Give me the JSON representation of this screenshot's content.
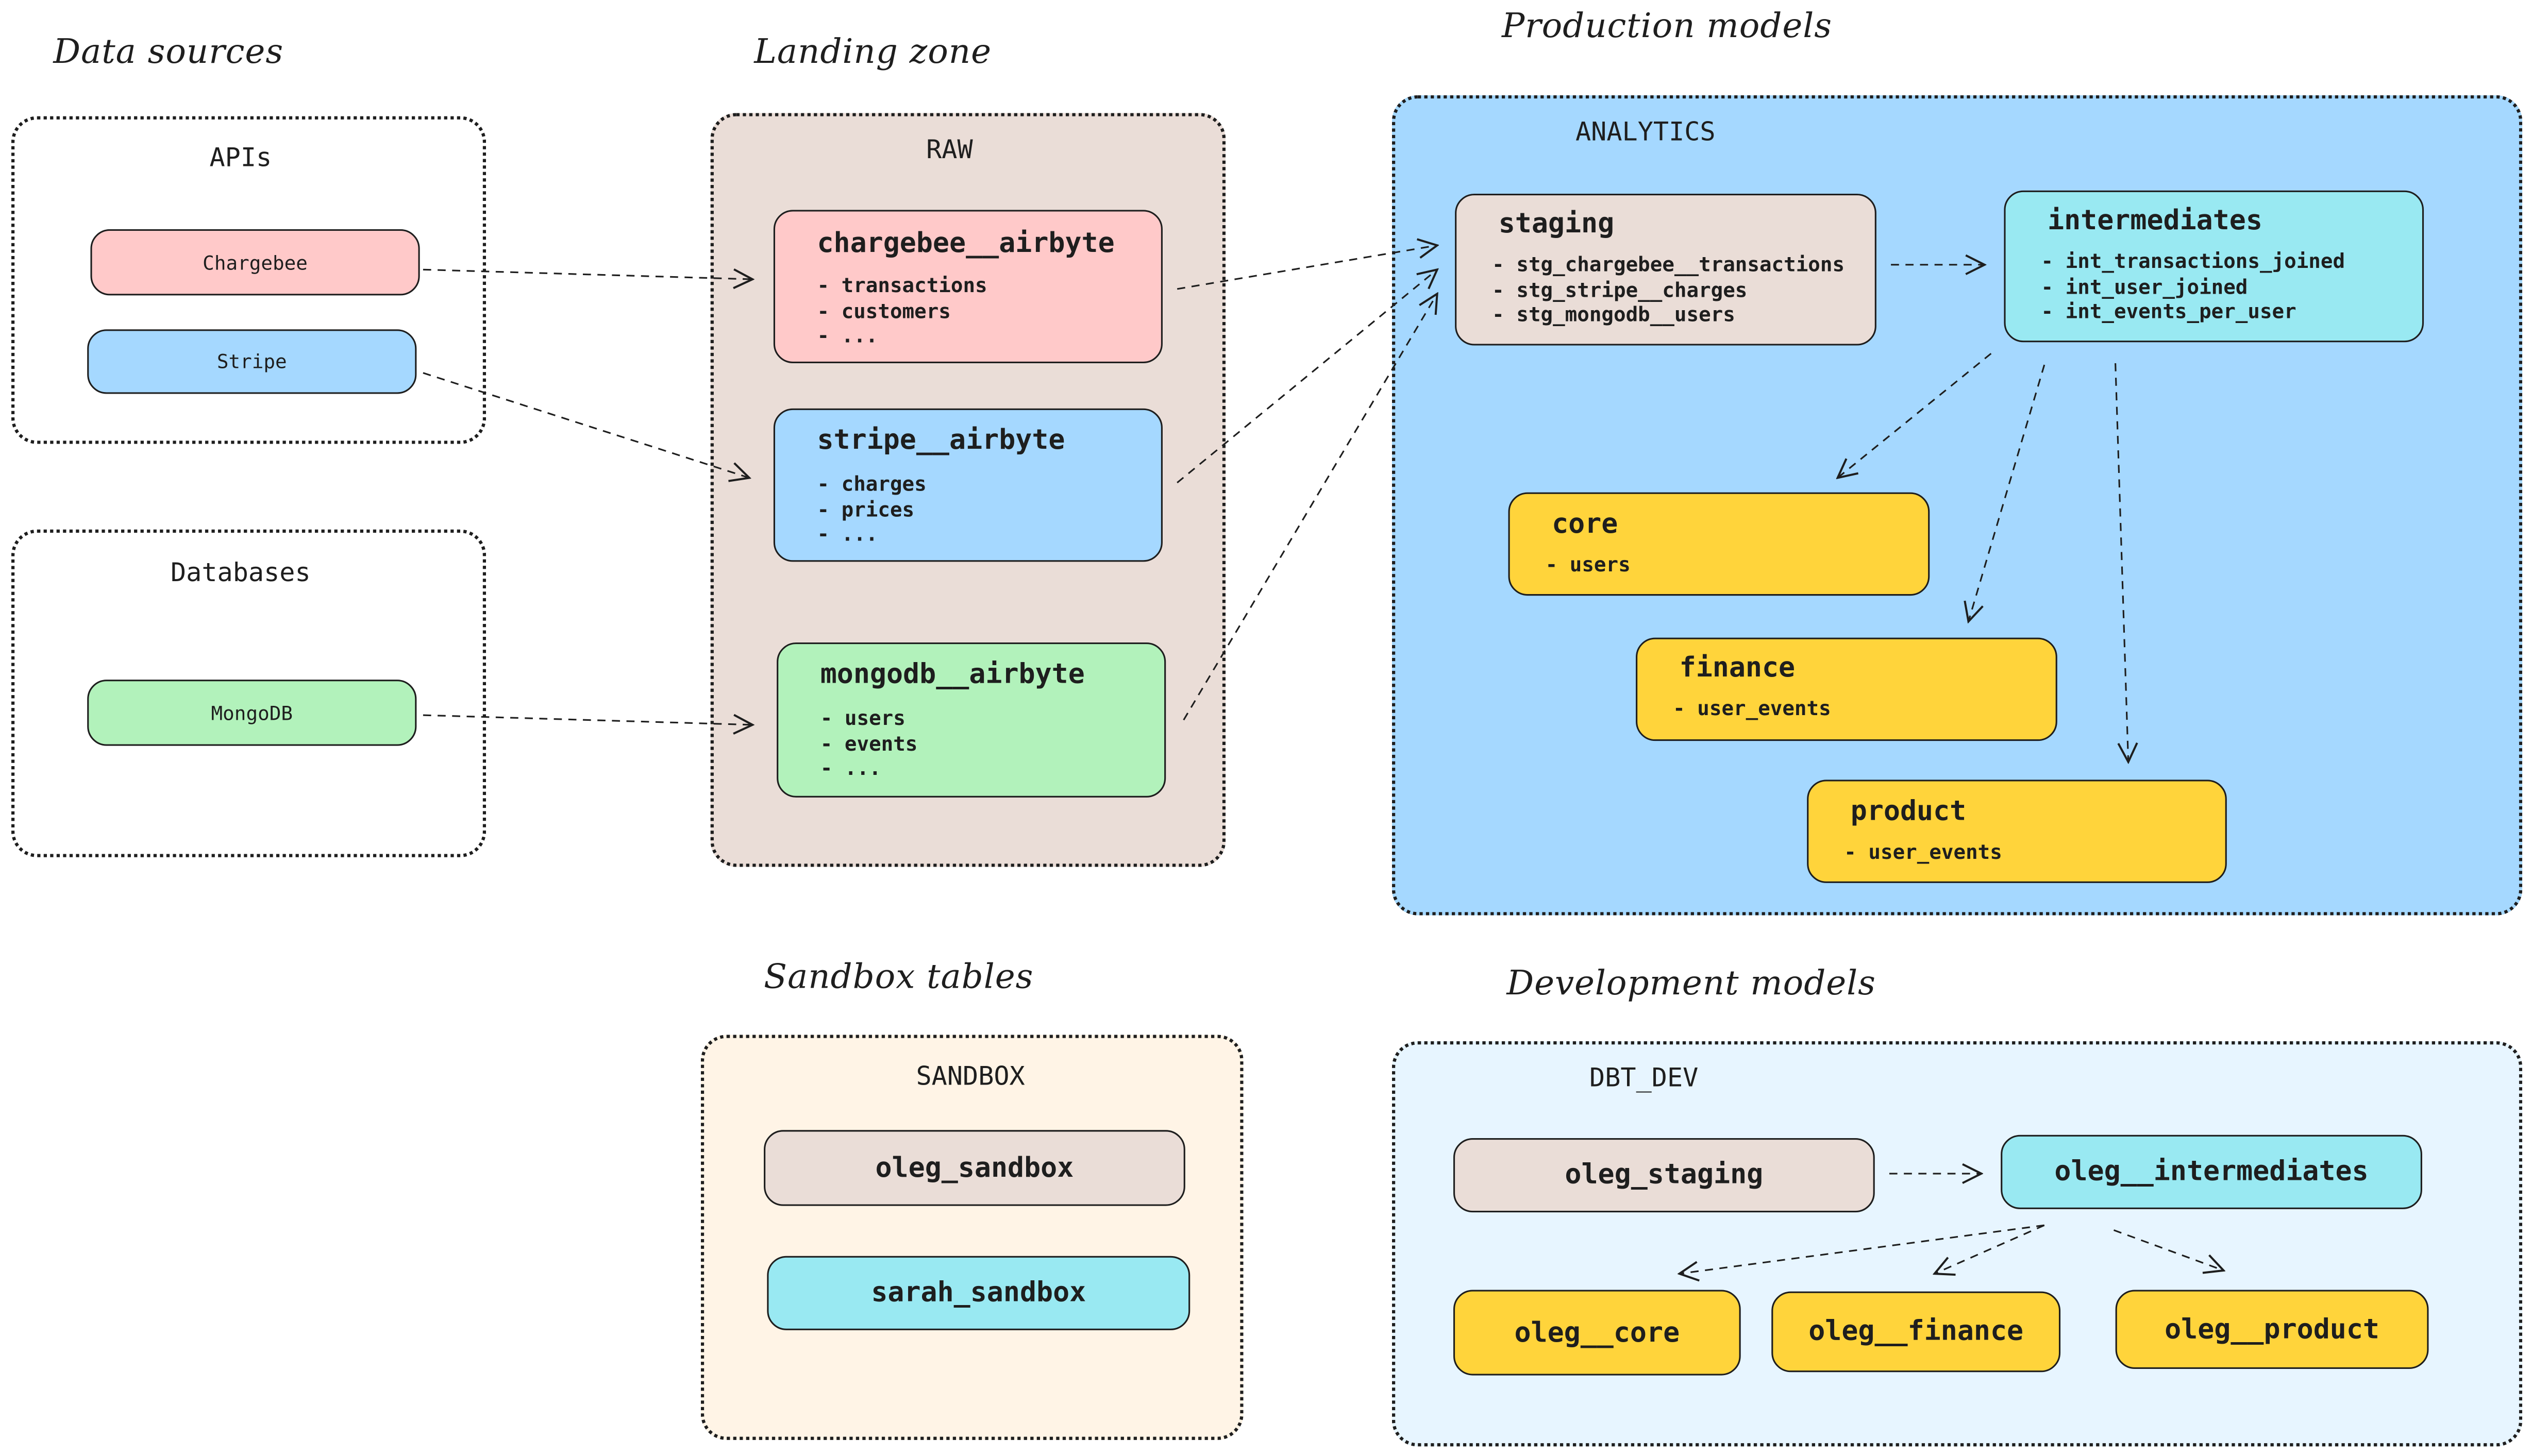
{
  "titles": {
    "data_sources": "Data sources",
    "landing_zone": "Landing zone",
    "production_models": "Production models",
    "sandbox_tables": "Sandbox tables",
    "development_models": "Development models"
  },
  "groups": {
    "apis": "APIs",
    "databases": "Databases",
    "raw": "RAW",
    "analytics": "ANALYTICS",
    "sandbox": "SANDBOX",
    "dbt_dev": "DBT_DEV"
  },
  "sources": {
    "chargebee": "Chargebee",
    "stripe": "Stripe",
    "mongodb": "MongoDB"
  },
  "raw_tables": [
    {
      "name": "chargebee__airbyte",
      "items": [
        "transactions",
        "customers",
        "..."
      ]
    },
    {
      "name": "stripe__airbyte",
      "items": [
        "charges",
        "prices",
        "..."
      ]
    },
    {
      "name": "mongodb__airbyte",
      "items": [
        "users",
        "events",
        "..."
      ]
    }
  ],
  "analytics": {
    "staging": {
      "name": "staging",
      "items": [
        "stg_chargebee__transactions",
        "stg_stripe__charges",
        "stg_mongodb__users"
      ]
    },
    "intermediates": {
      "name": "intermediates",
      "items": [
        "int_transactions_joined",
        "int_user_joined",
        "int_events_per_user"
      ]
    },
    "core": {
      "name": "core",
      "items": [
        "users"
      ]
    },
    "finance": {
      "name": "finance",
      "items": [
        "user_events"
      ]
    },
    "product": {
      "name": "product",
      "items": [
        "user_events"
      ]
    }
  },
  "sandbox": [
    "oleg_sandbox",
    "sarah_sandbox"
  ],
  "dev": {
    "staging": "oleg_staging",
    "intermediates": "oleg__intermediates",
    "core": "oleg__core",
    "finance": "oleg__finance",
    "product": "oleg__product"
  },
  "colors": {
    "pink": "#ffc9c9",
    "blue": "#a5d8ff",
    "green": "#b2f2bb",
    "tan": "#eaddd7",
    "cyan": "#99e9f2",
    "yellow": "#ffd43b",
    "light_blue": "#e7f5ff",
    "cream": "#fff4e6",
    "stroke": "#1e1e1e"
  }
}
